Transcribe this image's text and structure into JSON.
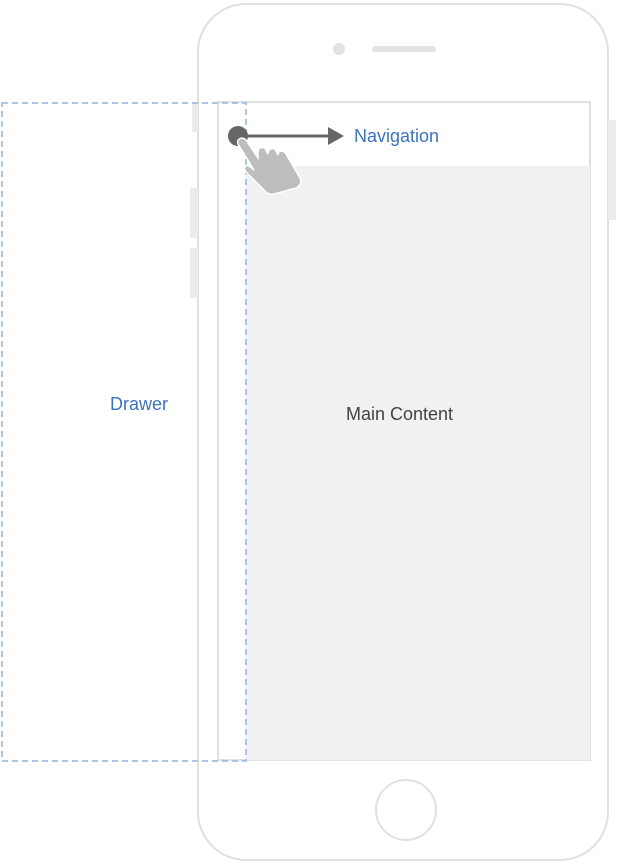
{
  "labels": {
    "drawer": "Drawer",
    "navigation": "Navigation",
    "main_content": "Main Content"
  },
  "colors": {
    "device_outline": "#e0e0e0",
    "accent_blue": "#3b73c4",
    "dashed_blue": "#90b4e0",
    "content_gray": "#f1f1f1",
    "arrow": "#666666",
    "hand": "#bdbdbd",
    "text_dark": "#424242"
  },
  "icons": {
    "gesture": "swipe-hand-icon",
    "arrow": "swipe-right-arrow-icon"
  }
}
